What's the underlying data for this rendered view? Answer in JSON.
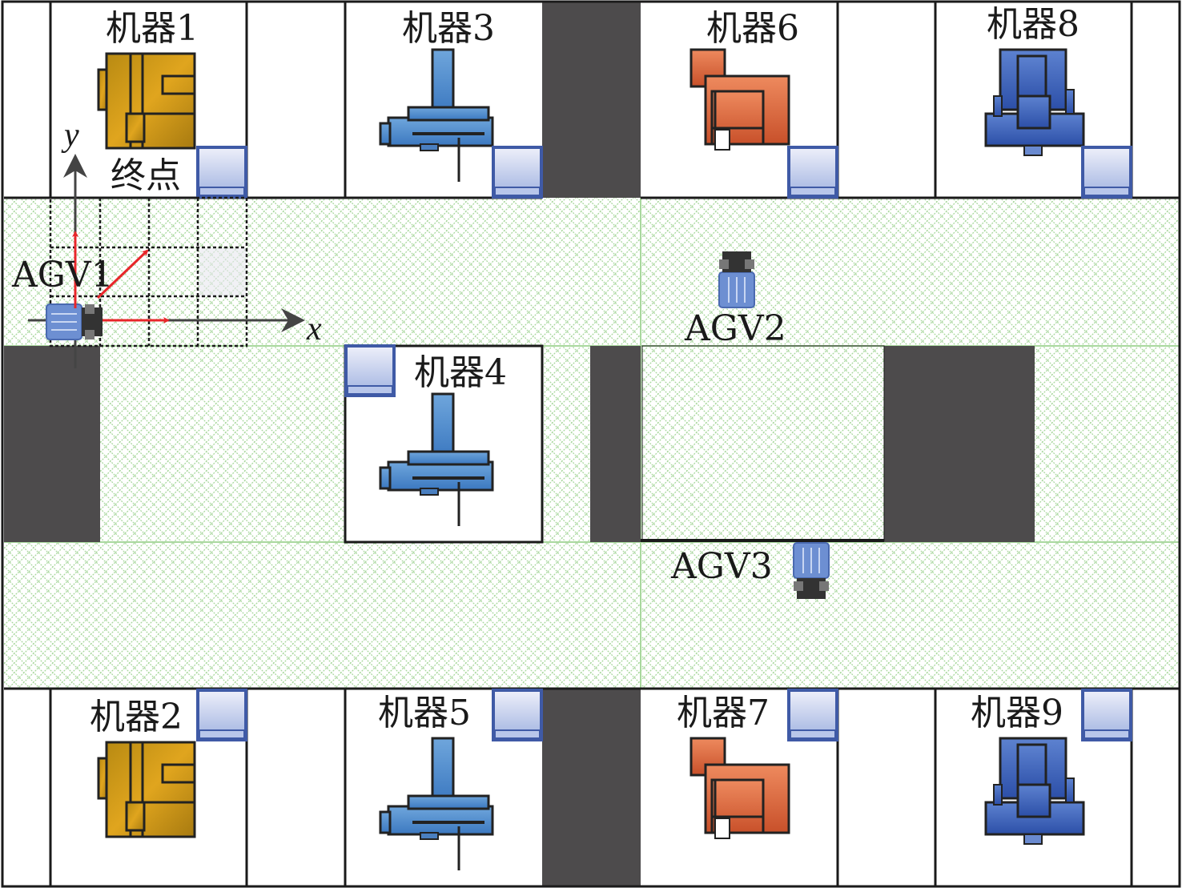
{
  "machines": [
    {
      "label": "机器1",
      "type": "gold"
    },
    {
      "label": "机器2",
      "type": "gold"
    },
    {
      "label": "机器3",
      "type": "lathe"
    },
    {
      "label": "机器4",
      "type": "lathe"
    },
    {
      "label": "机器5",
      "type": "lathe"
    },
    {
      "label": "机器6",
      "type": "orange"
    },
    {
      "label": "机器7",
      "type": "orange"
    },
    {
      "label": "机器8",
      "type": "navy"
    },
    {
      "label": "机器9",
      "type": "navy"
    }
  ],
  "agvs": [
    {
      "label": "AGV1"
    },
    {
      "label": "AGV2"
    },
    {
      "label": "AGV3"
    }
  ],
  "goal_label": "终点",
  "axes": {
    "x": "x",
    "y": "y"
  },
  "colors": {
    "aisle_hatch": "#9fd394",
    "obstacle": "#4d4b4c",
    "buffer": "#3f5aa6",
    "arrow": "#e8262a"
  }
}
